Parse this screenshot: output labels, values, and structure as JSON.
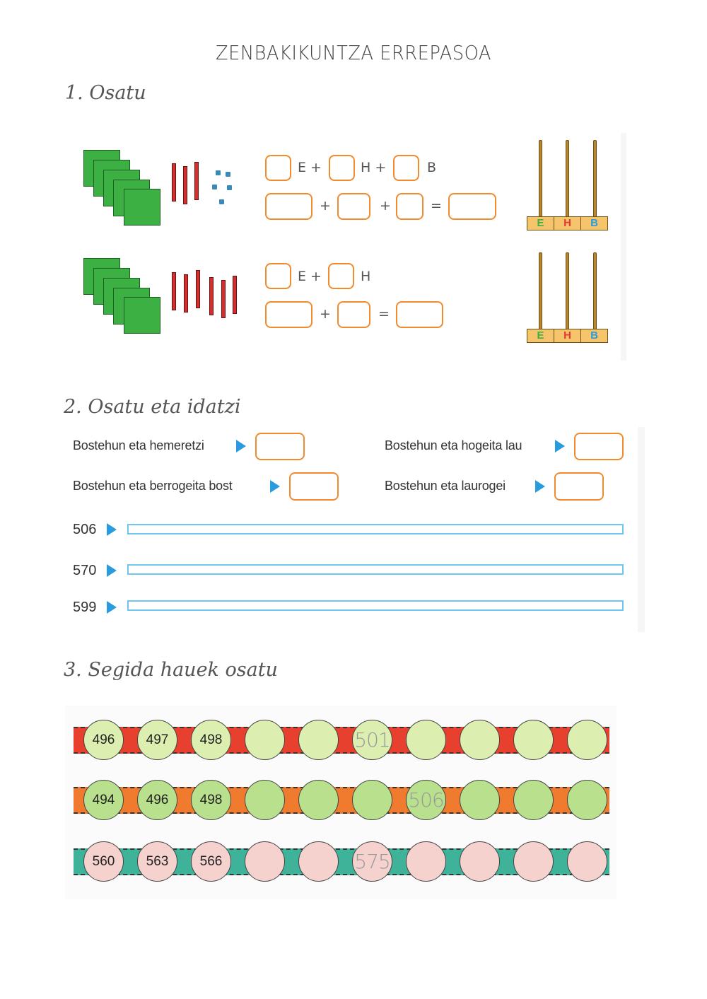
{
  "title": "ZENBAKIKUNTZA ERREPASOA",
  "section1": {
    "heading": "1. Osatu",
    "row1": {
      "e": "E +",
      "h": "H +",
      "b": "B",
      "plus1": "+",
      "plus2": "+",
      "eq": "="
    },
    "row2": {
      "e": "E +",
      "h": "H",
      "plus": "+",
      "eq": "="
    },
    "abacus_labels": {
      "e": "E",
      "h": "H",
      "b": "B"
    },
    "colors": {
      "cube": "#3cb043",
      "rod": "#d32f2f",
      "unit": "#3a8ab8",
      "box_border": "#f28a2e",
      "abacus_e": "#3cb043",
      "abacus_h": "#e53935",
      "abacus_b": "#2b9be0"
    }
  },
  "section2": {
    "heading": "2. Osatu eta idatzi",
    "words": [
      "Bostehun eta hemeretzi",
      "Bostehun eta hogeita lau",
      "Bostehun eta berrogeita bost",
      "Bostehun eta laurogei"
    ],
    "numbers": [
      "506",
      "570",
      "599"
    ],
    "arrow_color": "#2b9be0"
  },
  "section3": {
    "heading": "3. Segida hauek osatu",
    "rows": [
      {
        "values": [
          "496",
          "497",
          "498",
          "",
          "",
          "501",
          "",
          "",
          "",
          ""
        ],
        "strip_color": "#e8402f",
        "circle_color": "#dcefb0"
      },
      {
        "values": [
          "494",
          "496",
          "498",
          "",
          "",
          "",
          "506",
          "",
          "",
          ""
        ],
        "strip_color": "#f07a2e",
        "circle_color": "#b9e08c"
      },
      {
        "values": [
          "560",
          "563",
          "566",
          "",
          "",
          "575",
          "",
          "",
          "",
          ""
        ],
        "strip_color": "#3fb39a",
        "circle_color": "#f6d2cf"
      }
    ]
  }
}
